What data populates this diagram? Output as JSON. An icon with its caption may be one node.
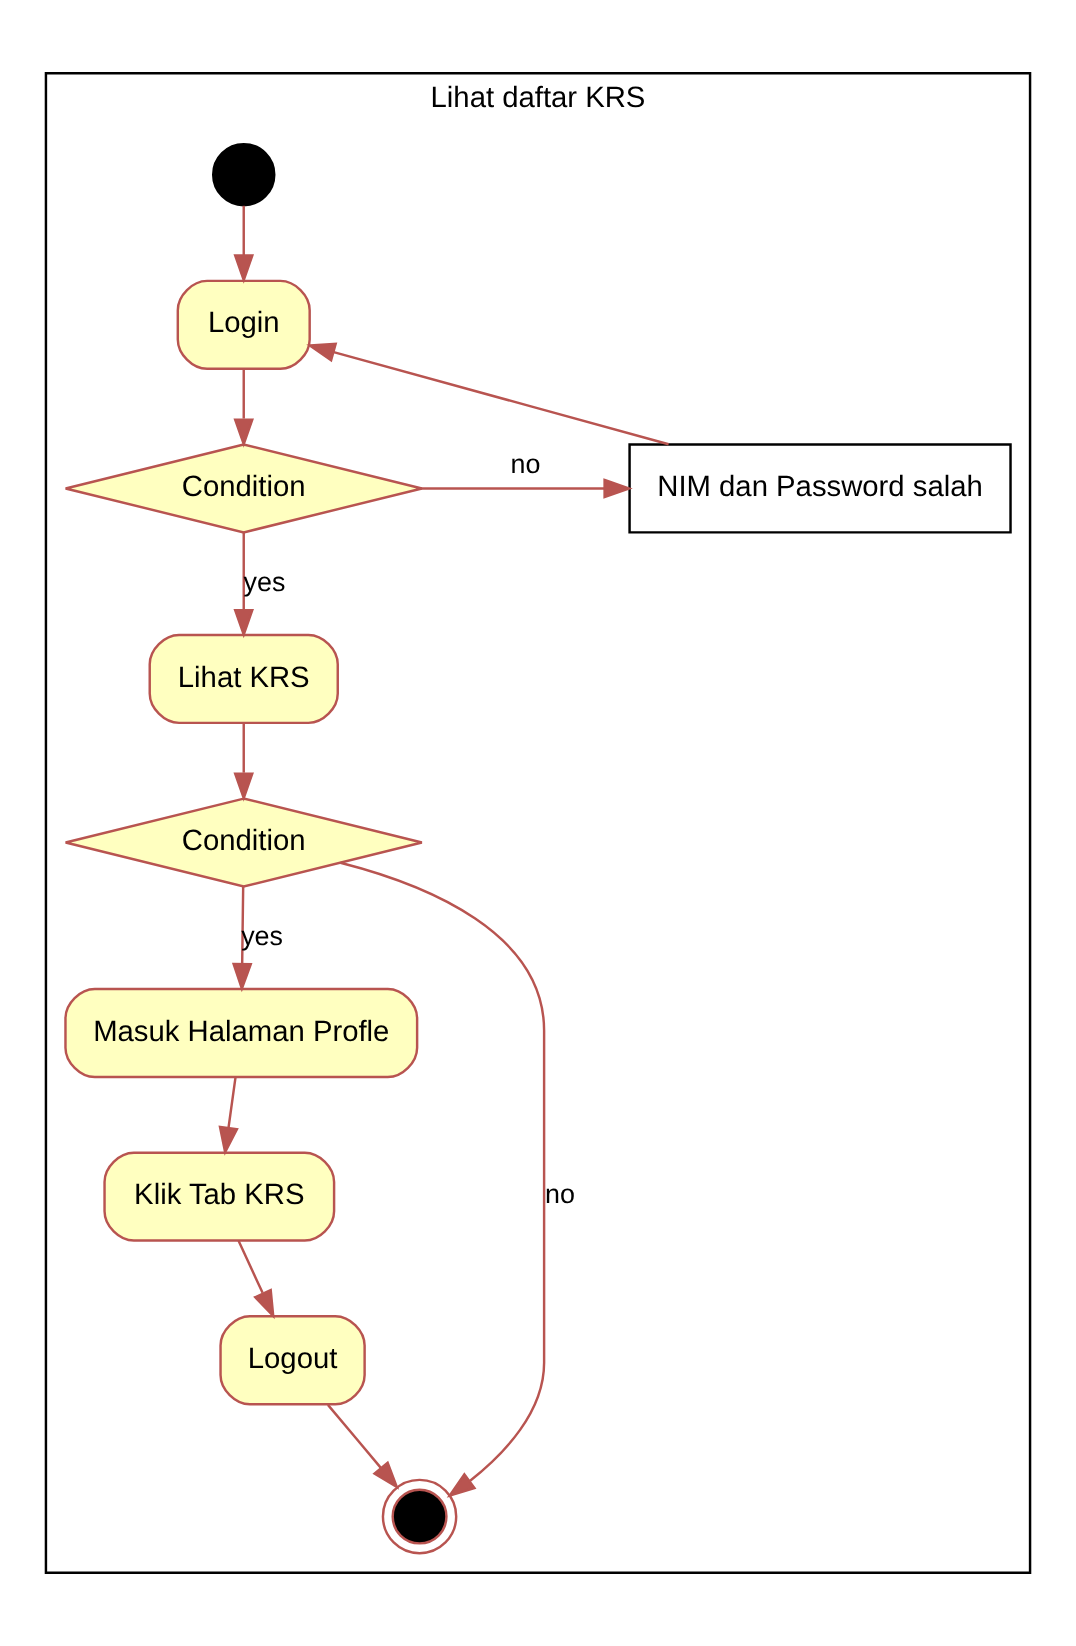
{
  "diagram": {
    "nodes": [
      {
        "text": [
          "Lihat daftar KRS"
        ]
      },
      {
        "text": [],
        "shape": "circle",
        "in": 0
      },
      {
        "text": [
          "Login"
        ],
        "in": 0
      },
      {
        "text": [
          "Condition"
        ],
        "in": 0
      },
      {
        "text": [
          "NIM dan Password salah"
        ],
        "in": 0
      },
      {
        "text": [
          "Lihat KRS"
        ],
        "in": 0
      },
      {
        "text": [
          "Condition"
        ],
        "in": 0
      },
      {
        "text": [
          "Masuk Halaman Profle"
        ],
        "in": 0
      },
      {
        "text": [
          "Klik Tab KRS"
        ],
        "in": 0
      },
      {
        "text": [
          "Logout"
        ],
        "in": 0
      },
      {
        "text": [],
        "shape": "bullseye",
        "in": 0
      }
    ],
    "edges": [
      {
        "from": 1,
        "to": 2,
        "arrow": "to"
      },
      {
        "from": 2,
        "to": 3,
        "arrow": "to"
      },
      {
        "from": 3,
        "to": 4,
        "arrow": "to",
        "label": "no"
      },
      {
        "from": 4,
        "to": 2,
        "arrow": "to"
      },
      {
        "from": 3,
        "to": 5,
        "arrow": "to",
        "label": "yes"
      },
      {
        "from": 5,
        "to": 6,
        "arrow": "to"
      },
      {
        "from": 6,
        "to": 10,
        "arrow": "to",
        "label": "no"
      },
      {
        "from": 6,
        "to": 7,
        "arrow": "to",
        "label": "yes"
      },
      {
        "from": 7,
        "to": 8,
        "arrow": "to"
      },
      {
        "from": 8,
        "to": 9,
        "arrow": "to"
      },
      {
        "from": 9,
        "to": 10,
        "arrow": "to"
      }
    ]
  }
}
